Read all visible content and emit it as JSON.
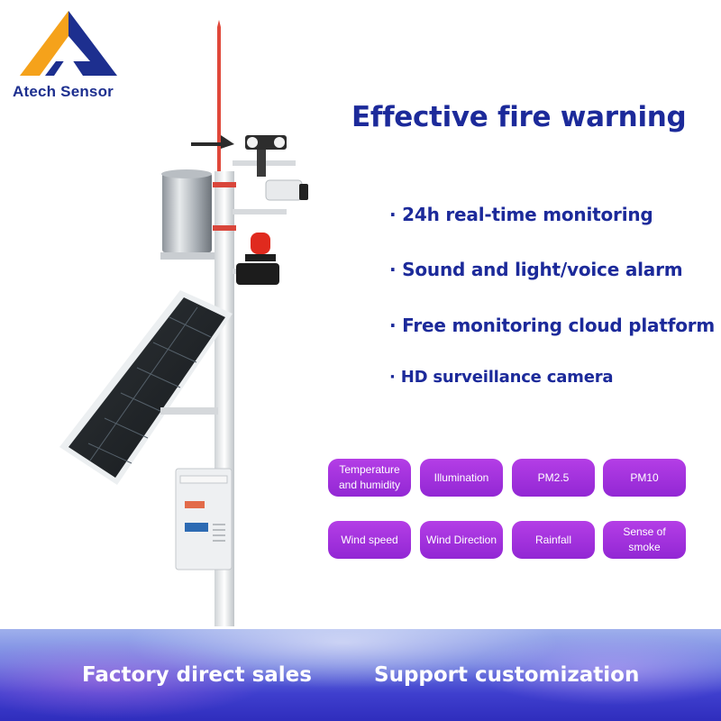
{
  "brand": {
    "name": "Atech Sensor",
    "logo_icon": "triangle-a-logo",
    "colors": {
      "orange": "#f5a21b",
      "navy": "#1d2f8f"
    }
  },
  "headline": "Effective fire warning",
  "features": [
    "· 24h real-time monitoring",
    "· Sound and light/voice alarm",
    "· Free monitoring cloud platform",
    "· HD surveillance camera"
  ],
  "tags_row1": [
    "Temperature and humidity",
    "Illumination",
    "PM2.5",
    "PM10"
  ],
  "tags_row2": [
    "Wind speed",
    "Wind Direction",
    "Rainfall",
    "Sense of smoke"
  ],
  "banner": {
    "left": "Factory direct sales",
    "right": "Support customization"
  },
  "colors": {
    "headline": "#1c2a9a",
    "tag": "#a533de",
    "banner": "#3f3fce"
  },
  "image": {
    "subject": "weather-station-pole-icon"
  }
}
